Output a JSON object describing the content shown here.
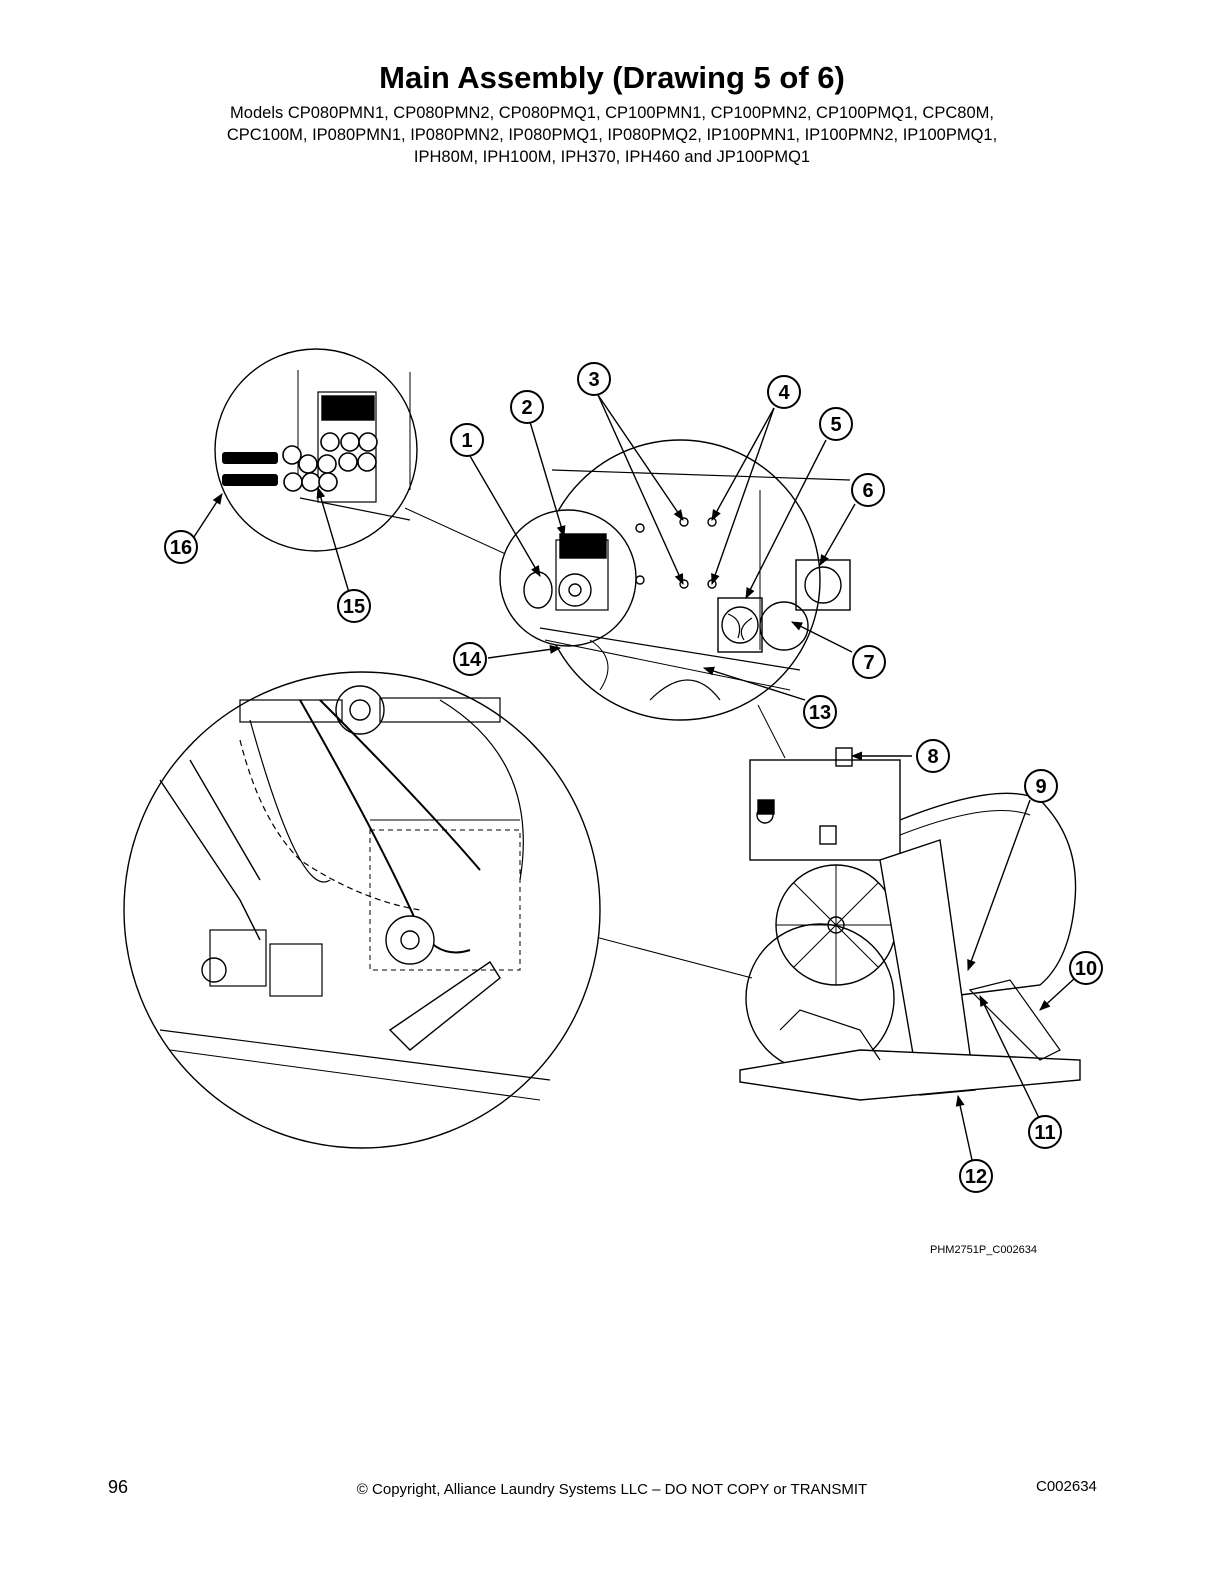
{
  "header": {
    "title": "Main Assembly (Drawing 5 of 6)",
    "models_lines": [
      "Models CP080PMN1, CP080PMN2, CP080PMQ1, CP100PMN1, CP100PMN2, CP100PMQ1, CPC80M,",
      "CPC100M, IP080PMN1, IP080PMN2, IP080PMQ1, IP080PMQ2, IP100PMN1, IP100PMN2, IP100PMQ1,",
      "IPH80M, IPH100M, IPH370, IPH460 and JP100PMQ1"
    ]
  },
  "callouts": [
    "1",
    "2",
    "3",
    "4",
    "5",
    "6",
    "7",
    "8",
    "9",
    "10",
    "11",
    "12",
    "13",
    "14",
    "15",
    "16"
  ],
  "figure_id": "PHM2751P_C002634",
  "footer": {
    "page_number": "96",
    "copyright": "© Copyright, Alliance Laundry Systems LLC – DO NOT COPY or TRANSMIT",
    "doc_number": "C002634"
  }
}
